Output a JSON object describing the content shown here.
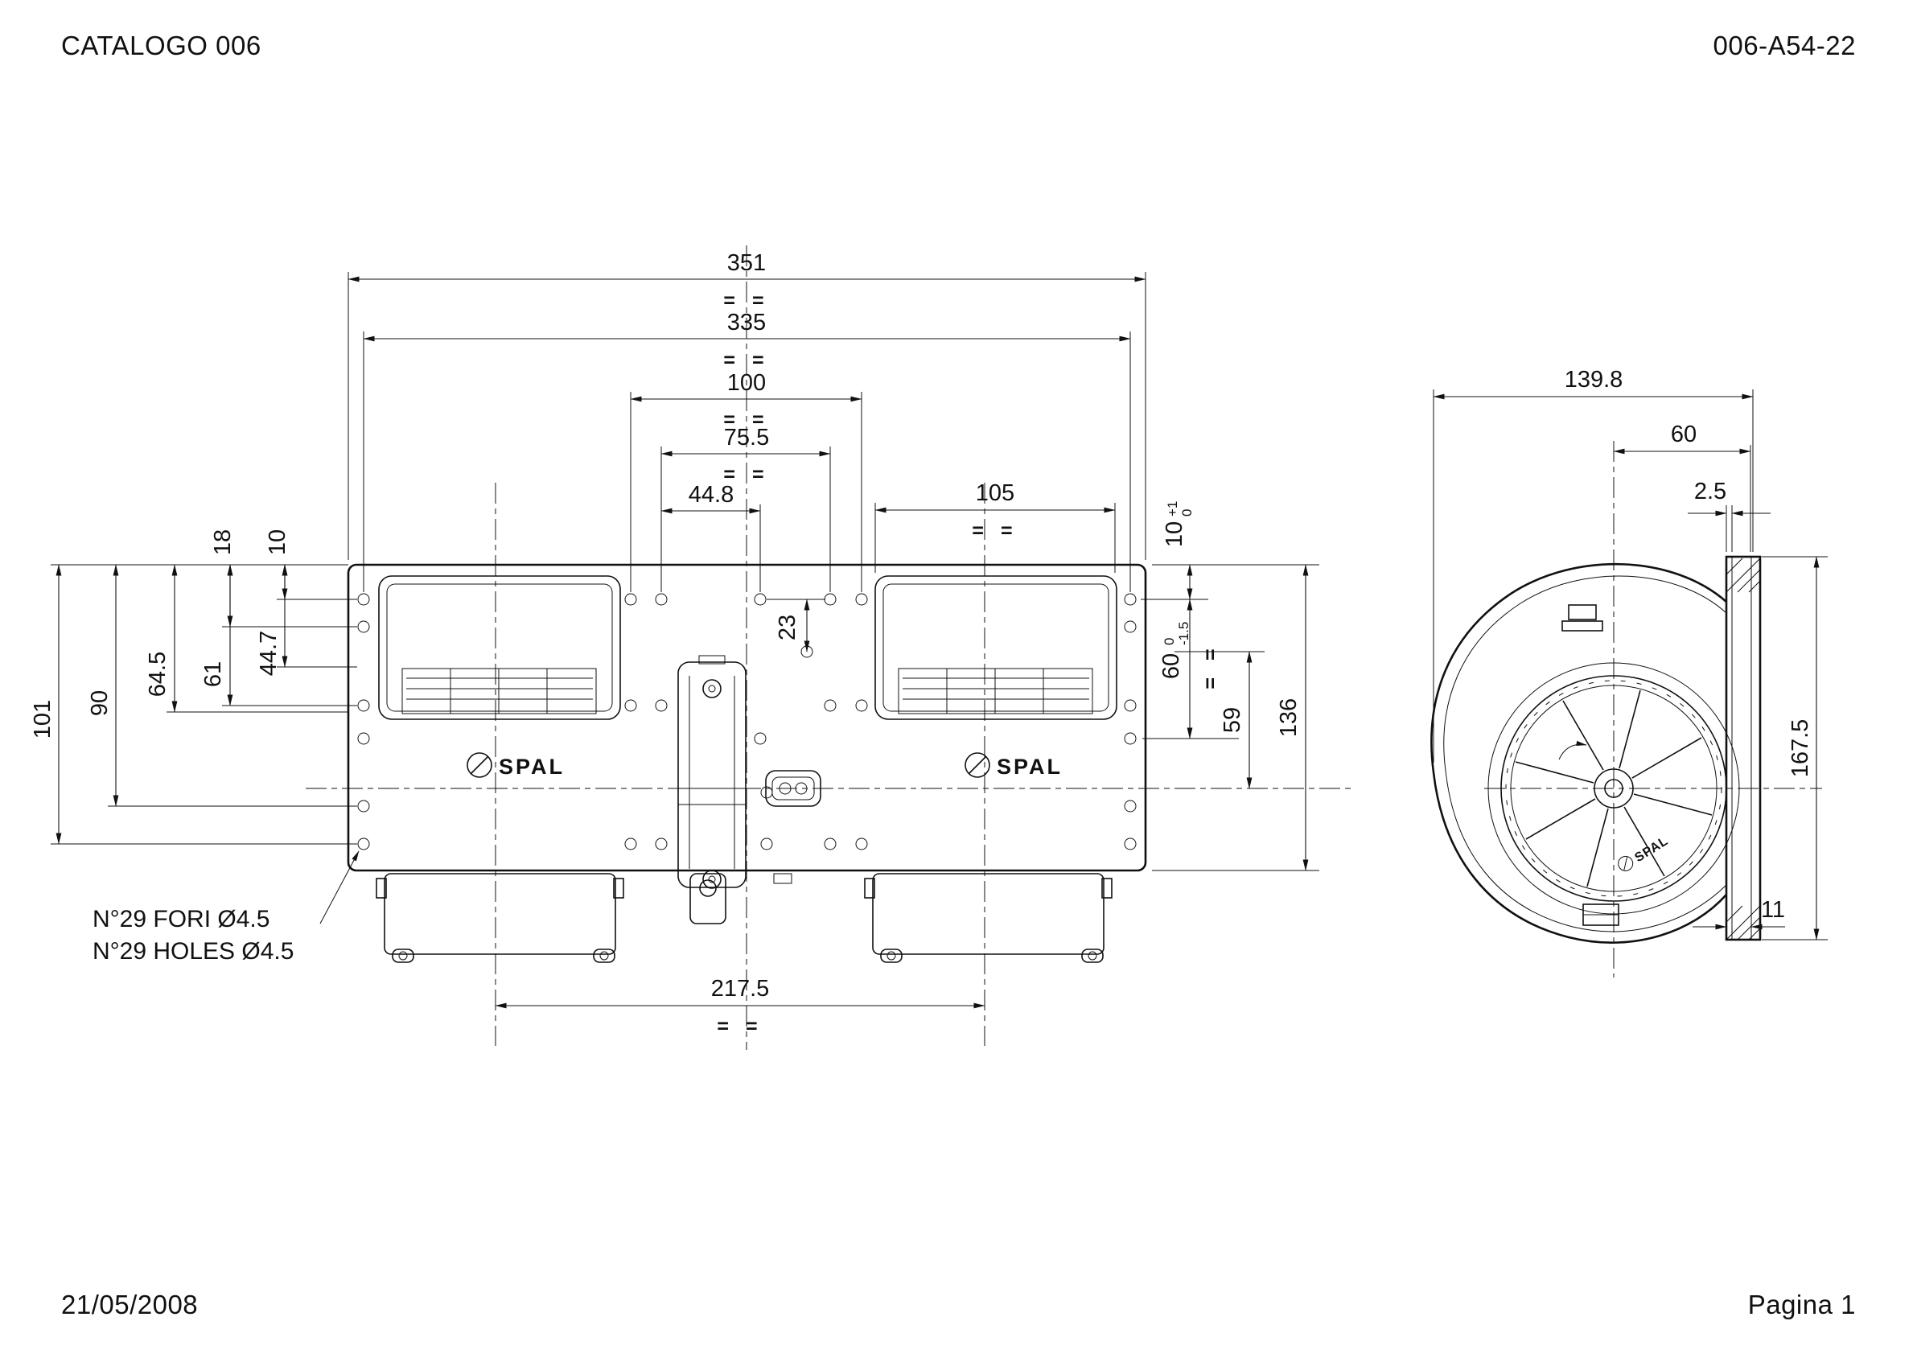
{
  "header": {
    "catalog": "CATALOGO 006",
    "code": "006-A54-22"
  },
  "footer": {
    "date": "21/05/2008",
    "page": "Pagina 1"
  },
  "brand": {
    "name": "SPAL"
  },
  "note": {
    "fori": "N°29 FORI Ø4.5",
    "holes": "N°29 HOLES Ø4.5"
  },
  "symbols": {
    "eq_pair": "= =",
    "eq": "="
  },
  "front_dims": {
    "d351": "351",
    "d335": "335",
    "d100": "100",
    "d75_5": "75.5",
    "d44_8": "44.8",
    "d105": "105",
    "d10t": "10",
    "d10t_sup": "+1",
    "d10t_sub": "0",
    "d18": "18",
    "d10": "10",
    "d44_7": "44.7",
    "d61": "61",
    "d64_5": "64.5",
    "d90": "90",
    "d101": "101",
    "d23": "23",
    "d60": "60",
    "d60_sup": "0",
    "d60_sub": "-1.5",
    "d59": "59",
    "d136": "136",
    "d217_5": "217.5"
  },
  "side_dims": {
    "d139_8": "139.8",
    "d60": "60",
    "d2_5": "2.5",
    "d167_5": "167.5",
    "d11": "11"
  }
}
